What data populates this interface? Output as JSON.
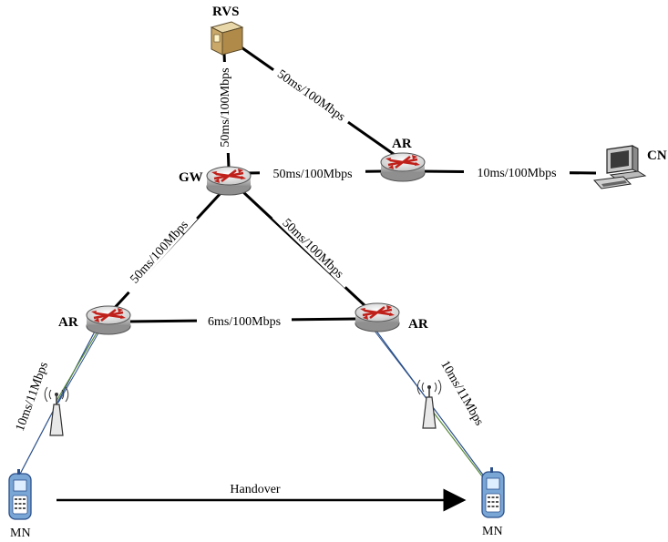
{
  "nodes": {
    "rvs": "RVS",
    "gw": "GW",
    "ar_top": "AR",
    "ar_left": "AR",
    "ar_right": "AR",
    "cn": "CN",
    "mn_left": "MN",
    "mn_right": "MN"
  },
  "links": {
    "rvs_gw": "50ms/100Mbps",
    "rvs_ar_top": "50ms/100Mbps",
    "gw_ar_top": "50ms/100Mbps",
    "ar_top_cn": "10ms/100Mbps",
    "gw_ar_left": "50ms/100Mbps",
    "gw_ar_right": "50ms/100Mbps",
    "ar_left_ar_right": "6ms/100Mbps",
    "wireless_left": "10ms/11Mbps",
    "wireless_right": "10ms/11Mbps"
  },
  "handover_label": "Handover"
}
